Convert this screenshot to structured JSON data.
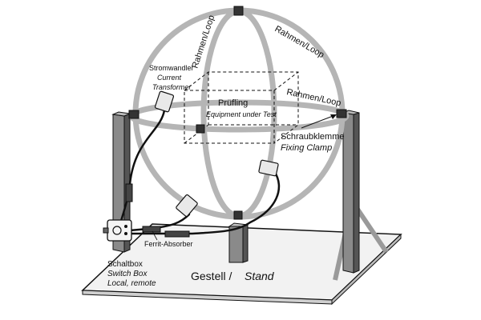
{
  "labels": {
    "loop_top": "Rahmen/Loop",
    "loop_right": "Rahmen/Loop",
    "loop_side": "Rahmen/Loop",
    "transformer_de": "Stromwandler",
    "transformer_en_1": "Current",
    "transformer_en_2": "Transformer",
    "eut_de": "Prüfling",
    "eut_en": "Equipment under Test",
    "clamp_de": "Schraubklemme",
    "clamp_en": "Fixing Clamp",
    "ferrite": "Ferrit-Absorber",
    "switchbox_de": "Schaltbox",
    "switchbox_en": "Switch Box",
    "switchbox_mode": "Local, remote",
    "stand_de": "Gestell /",
    "stand_en": "Stand"
  },
  "colors": {
    "loop": "#b5b5b5",
    "post": "#8a8a8a",
    "post_dark": "#555555",
    "base": "#f2f2f2",
    "cable": "#111111",
    "connector": "#333333"
  }
}
